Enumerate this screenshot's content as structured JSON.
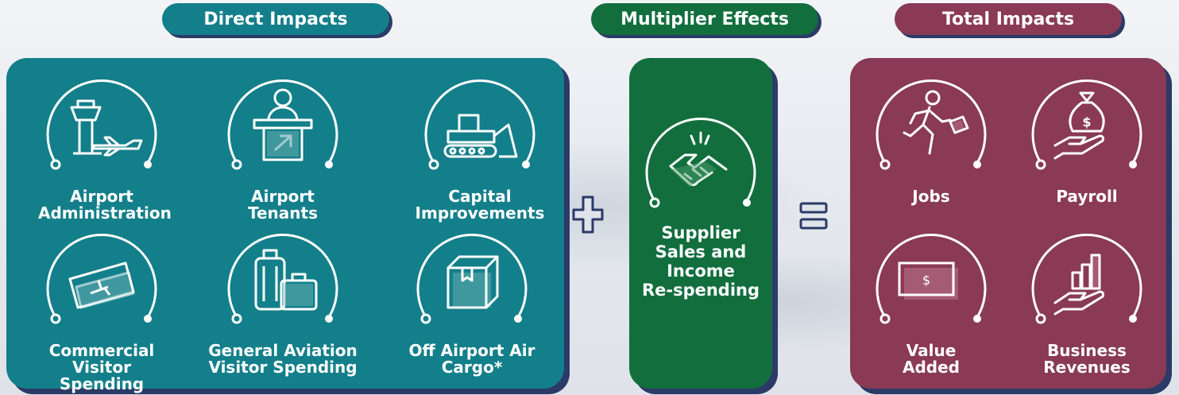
{
  "headers": {
    "direct": "Direct Impacts",
    "multiplier": "Multiplier Effects",
    "total": "Total Impacts"
  },
  "direct_items": [
    {
      "line1": "Airport",
      "line2": "Administration",
      "icon": "control-tower-plane-icon"
    },
    {
      "line1": "Airport",
      "line2": "Tenants",
      "icon": "check-in-desk-icon"
    },
    {
      "line1": "Capital",
      "line2": "Improvements",
      "icon": "bulldozer-icon"
    },
    {
      "line1": "Commercial",
      "line2": "Visitor Spending",
      "icon": "airline-ticket-icon"
    },
    {
      "line1": "General Aviation",
      "line2": "Visitor Spending",
      "icon": "luggage-icon"
    },
    {
      "line1": "Off Airport Air",
      "line2": "Cargo*",
      "icon": "cargo-box-icon"
    }
  ],
  "multiplier_item": {
    "lines": [
      "Supplier",
      "Sales and",
      "Income",
      "Re-spending"
    ],
    "icon": "handshake-icon"
  },
  "total_items": [
    {
      "line1": "",
      "line2": "Jobs",
      "icon": "running-worker-icon"
    },
    {
      "line1": "",
      "line2": "Payroll",
      "icon": "money-bag-hand-icon"
    },
    {
      "line1": "Value",
      "line2": "Added",
      "icon": "dollar-bill-icon"
    },
    {
      "line1": "Business",
      "line2": "Revenues",
      "icon": "growth-hand-icon"
    }
  ],
  "operators": {
    "plus": "plus-icon",
    "equals": "equals-icon"
  },
  "colors": {
    "direct": "#137f8a",
    "multiplier": "#126e3d",
    "total": "#8a3a55",
    "shadow": "#2b3a67"
  }
}
